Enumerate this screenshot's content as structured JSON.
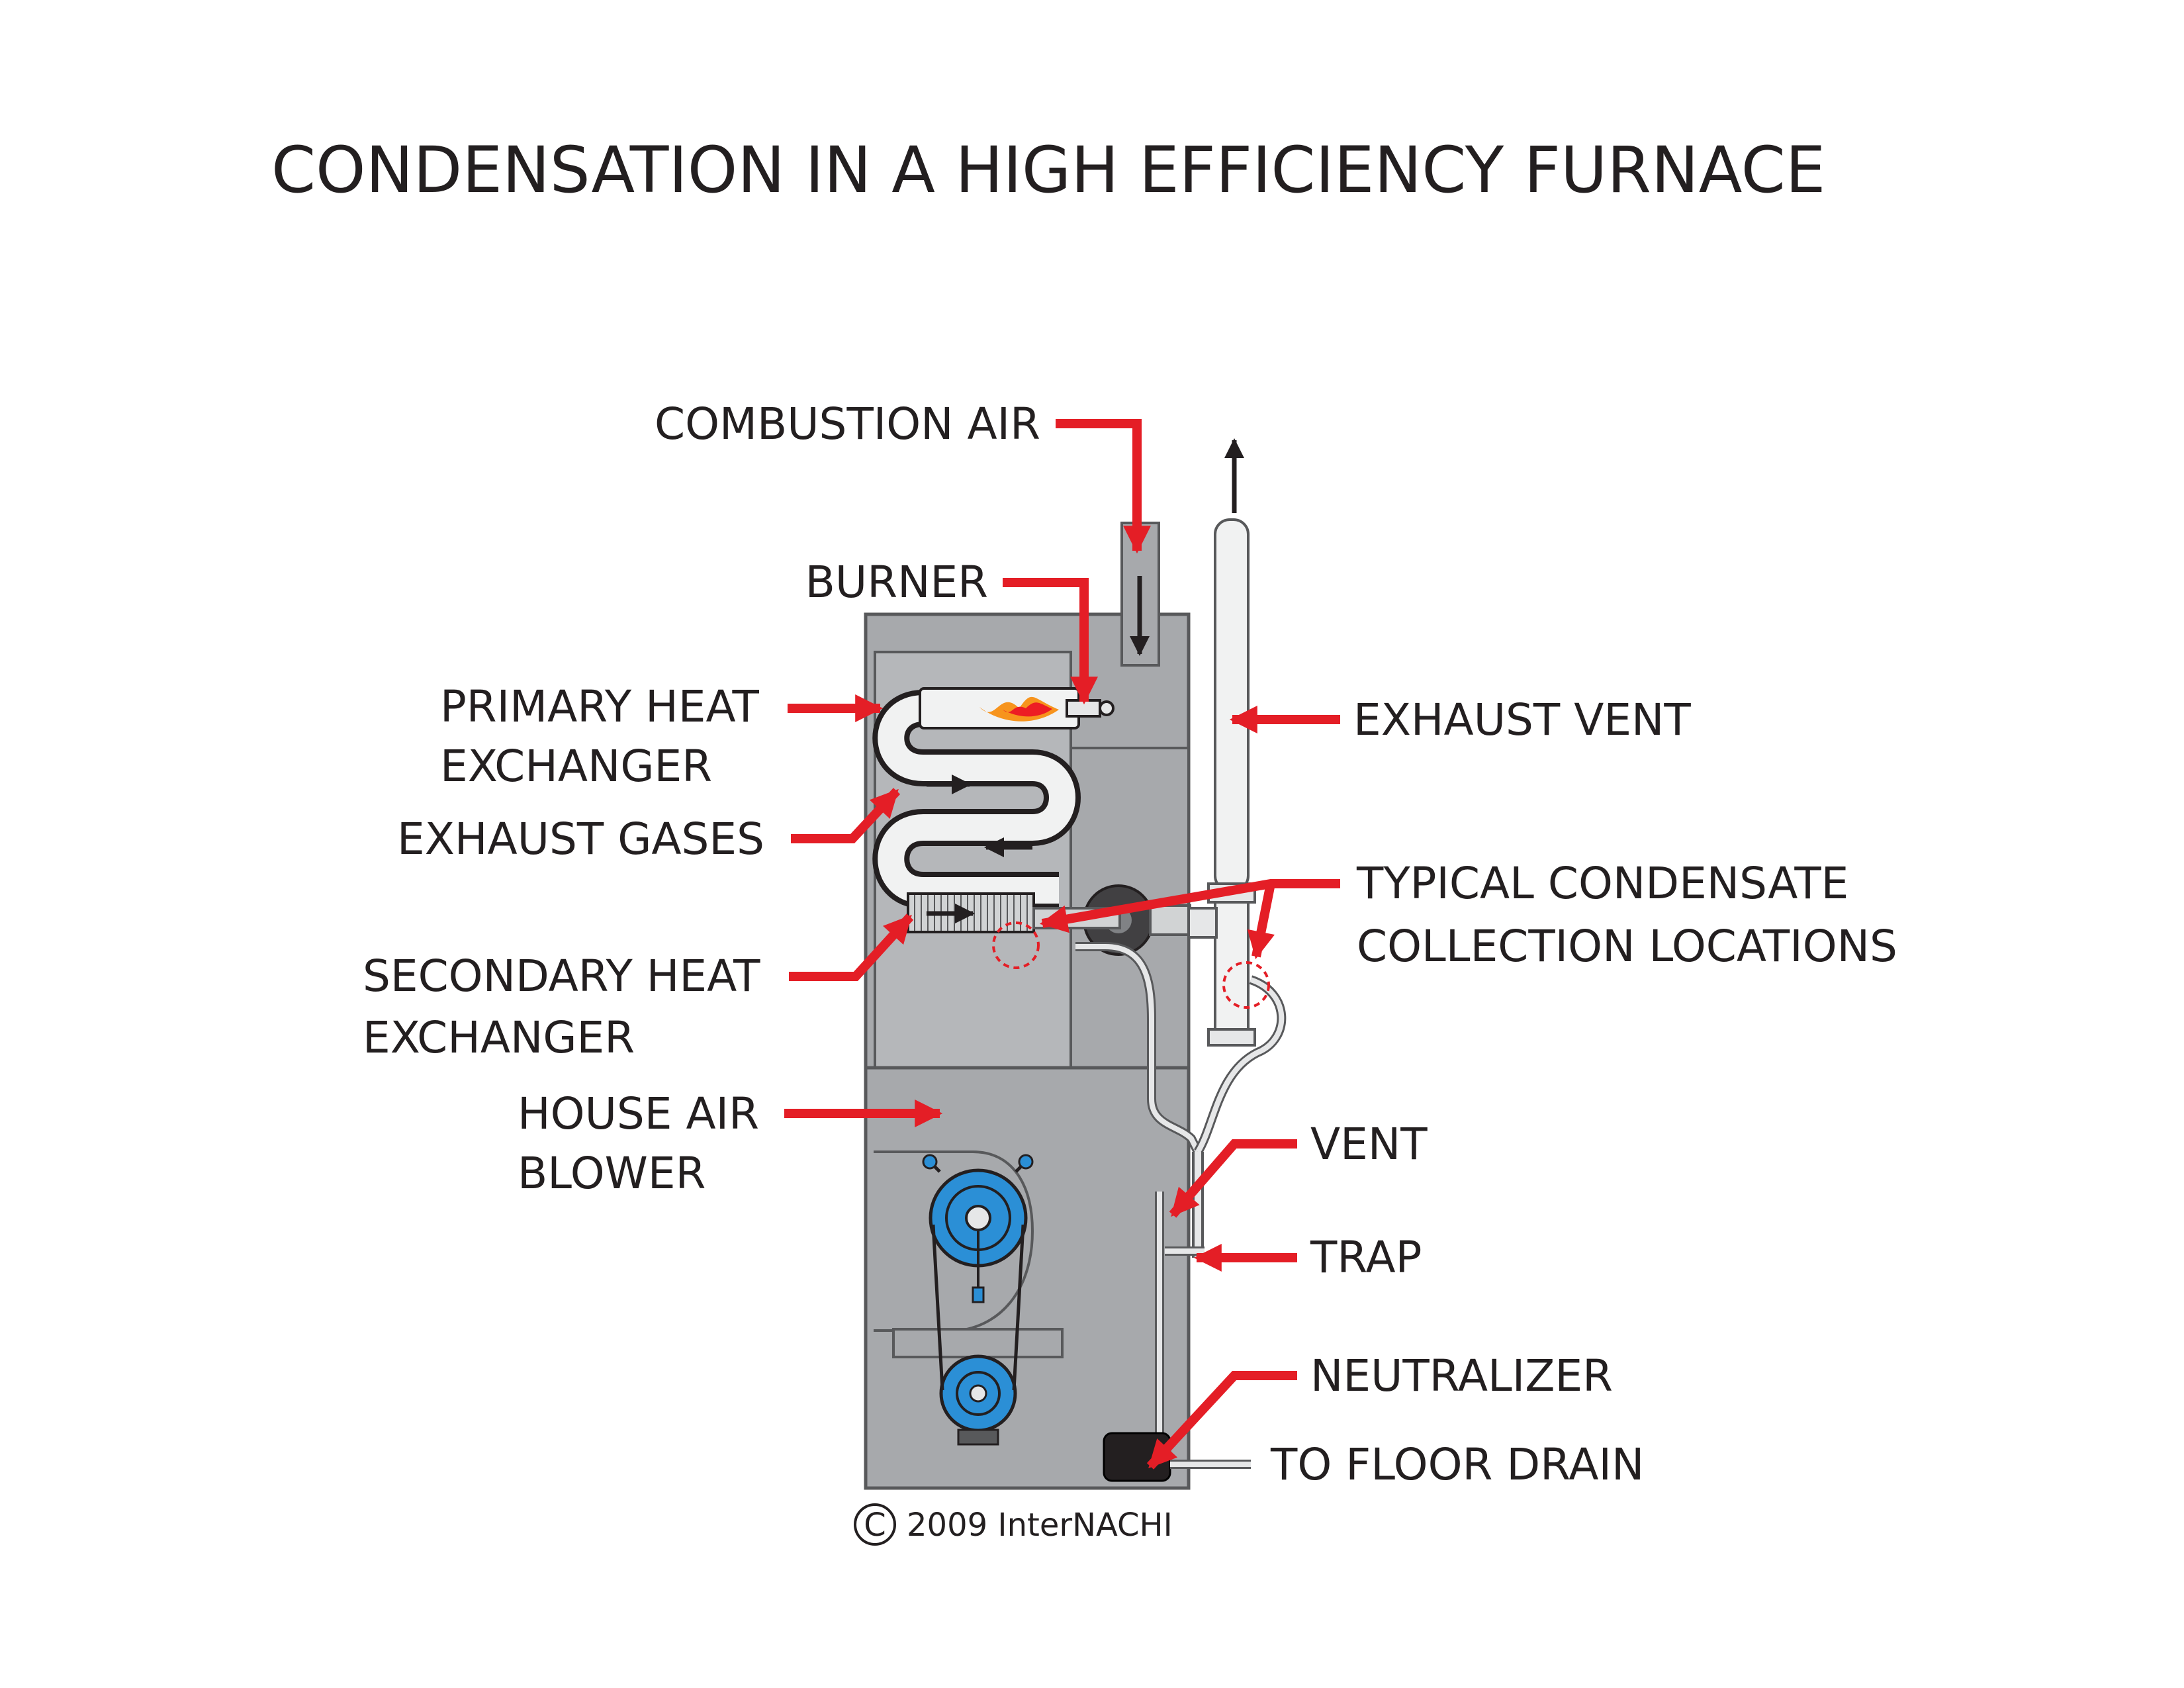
{
  "title": "CONDENSATION IN A HIGH EFFICIENCY FURNACE",
  "labels": {
    "combustion_air": "COMBUSTION AIR",
    "burner": "BURNER",
    "primary_heat_exchanger_1": "PRIMARY HEAT",
    "primary_heat_exchanger_2": "EXCHANGER",
    "exhaust_gases": "EXHAUST GASES",
    "secondary_heat_exchanger_1": "SECONDARY HEAT",
    "secondary_heat_exchanger_2": "EXCHANGER",
    "house_air_blower_1": "HOUSE AIR",
    "house_air_blower_2": "BLOWER",
    "exhaust_vent": "EXHAUST VENT",
    "condensate_1": "TYPICAL  CONDENSATE",
    "condensate_2": "COLLECTION LOCATIONS",
    "vent": "VENT",
    "trap": "TRAP",
    "neutralizer": "NEUTRALIZER",
    "floor_drain": "TO FLOOR DRAIN"
  },
  "copyright": {
    "symbol": "C",
    "text": "2009  InterNACHI"
  },
  "colors": {
    "callout_red": "#e41e26",
    "cabinet_gray": "#a7a9ac",
    "blower_blue": "#2b8fd6",
    "flame_orange": "#f7941d"
  }
}
